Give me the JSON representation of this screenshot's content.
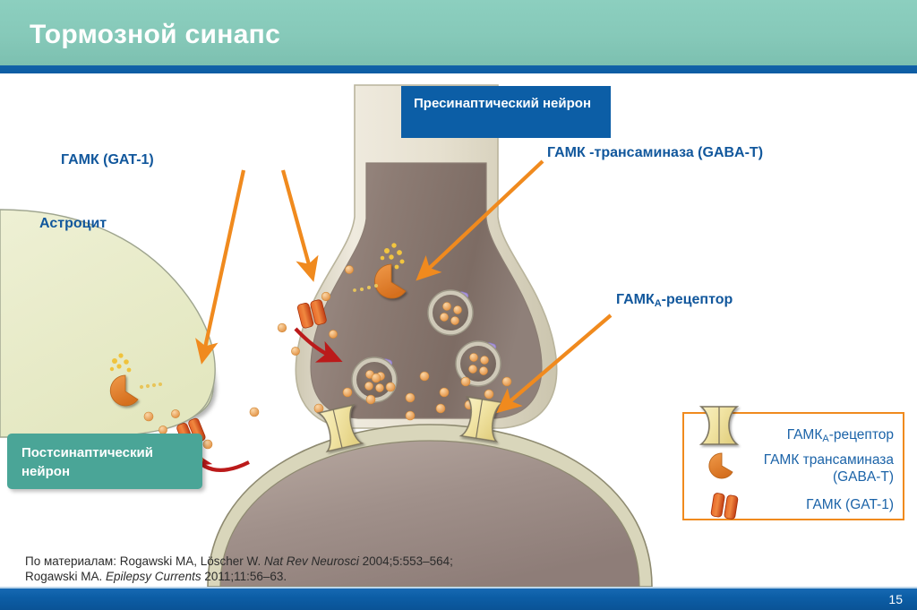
{
  "header": {
    "title": "Тормозной синапс",
    "bg_color": "#86c9b9",
    "stripe_color": "#0c5ea6"
  },
  "labels": {
    "presynaptic_neuron": "Пресинаптический нейрон",
    "postsynaptic_neuron": "Постсинаптический нейрон",
    "gat1": "ГАМК (GAT-1)",
    "astrocyte": "Астроцит",
    "gaba_transaminase": "ГАМК -трансаминаза (GABA-T)",
    "gaba_a_receptor_main": "ГАМК",
    "gaba_a_receptor_sub": "A",
    "gaba_a_receptor_tail": "-рецептор"
  },
  "legend": {
    "border_color": "#f08a1e",
    "text_color": "#1b63a8",
    "items": [
      {
        "icon": "gaba-a-receptor-icon",
        "label_main": "ГАМК",
        "label_sub": "A",
        "label_tail": "-рецептор"
      },
      {
        "icon": "gaba-transaminase-icon",
        "label_line1": "ГАМК трансаминаза",
        "label_line2": "(GABA-T)"
      },
      {
        "icon": "gat1-transporter-icon",
        "label_main": "ГАМК (GAT-1)"
      }
    ]
  },
  "citation": {
    "line1_prefix": "По материалам: Rogawski MA, Löscher W. ",
    "line1_italic": "Nat Rev Neurosci",
    "line1_suffix": " 2004;5:553–564;",
    "line2_prefix": "Rogawski MA. ",
    "line2_italic": "Epilepsy Currents",
    "line2_suffix": " 2011;11:56–63."
  },
  "footer": {
    "page_number": "15",
    "bar_color": "#0c5ea6"
  },
  "diagram": {
    "presynaptic_terminal_color": "#8d7b70",
    "astrocyte_color": "#e9ecc9",
    "postsynaptic_color": "#a08f87",
    "membrane_color": "#d9d6bb",
    "vesicle_count": 3,
    "receptor_count": 2,
    "arrow_color": "#f08a1e",
    "red_arrow_color": "#c01a1a",
    "neurotransmitter_color": "#e8a765"
  }
}
